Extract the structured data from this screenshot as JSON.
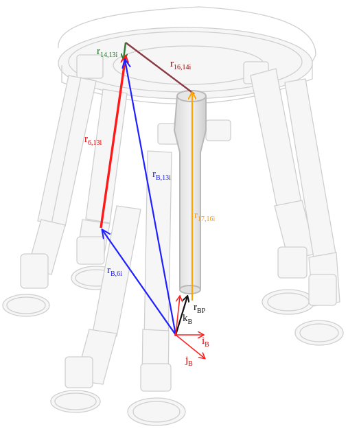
{
  "colors": {
    "r_14_13i": "#2e7d32",
    "r_16_14i": "#8b3a44",
    "r_6_13i": "#ff1a1a",
    "r_B_13i": "#1f1fff",
    "r_B_6i": "#1f1fff",
    "r_17_16i": "#ffa500",
    "r_BP": "#111111",
    "frame": "#ff2020",
    "label_dark_red": "#8b0000",
    "label_green": "#1b5e20",
    "label_red": "#e00000",
    "label_blue": "#1a1aff",
    "label_orange": "#ff9900"
  },
  "labels": {
    "r14": {
      "main": "r",
      "sub": "14,13i"
    },
    "r16": {
      "main": "r",
      "sub": "16,14i"
    },
    "r6": {
      "main": "r",
      "sub": "6,13i"
    },
    "rB13": {
      "main": "r",
      "sub": "B,13i"
    },
    "r17": {
      "main": "r",
      "sub": "17,16i"
    },
    "rB6": {
      "main": "r",
      "sub": "B,6i"
    },
    "rBP": {
      "main": "r",
      "sub": "BP"
    },
    "kB": {
      "main": "k",
      "sub": "B"
    },
    "iB": {
      "main": "i",
      "sub": "B"
    },
    "jB": {
      "main": "j",
      "sub": "B"
    }
  }
}
